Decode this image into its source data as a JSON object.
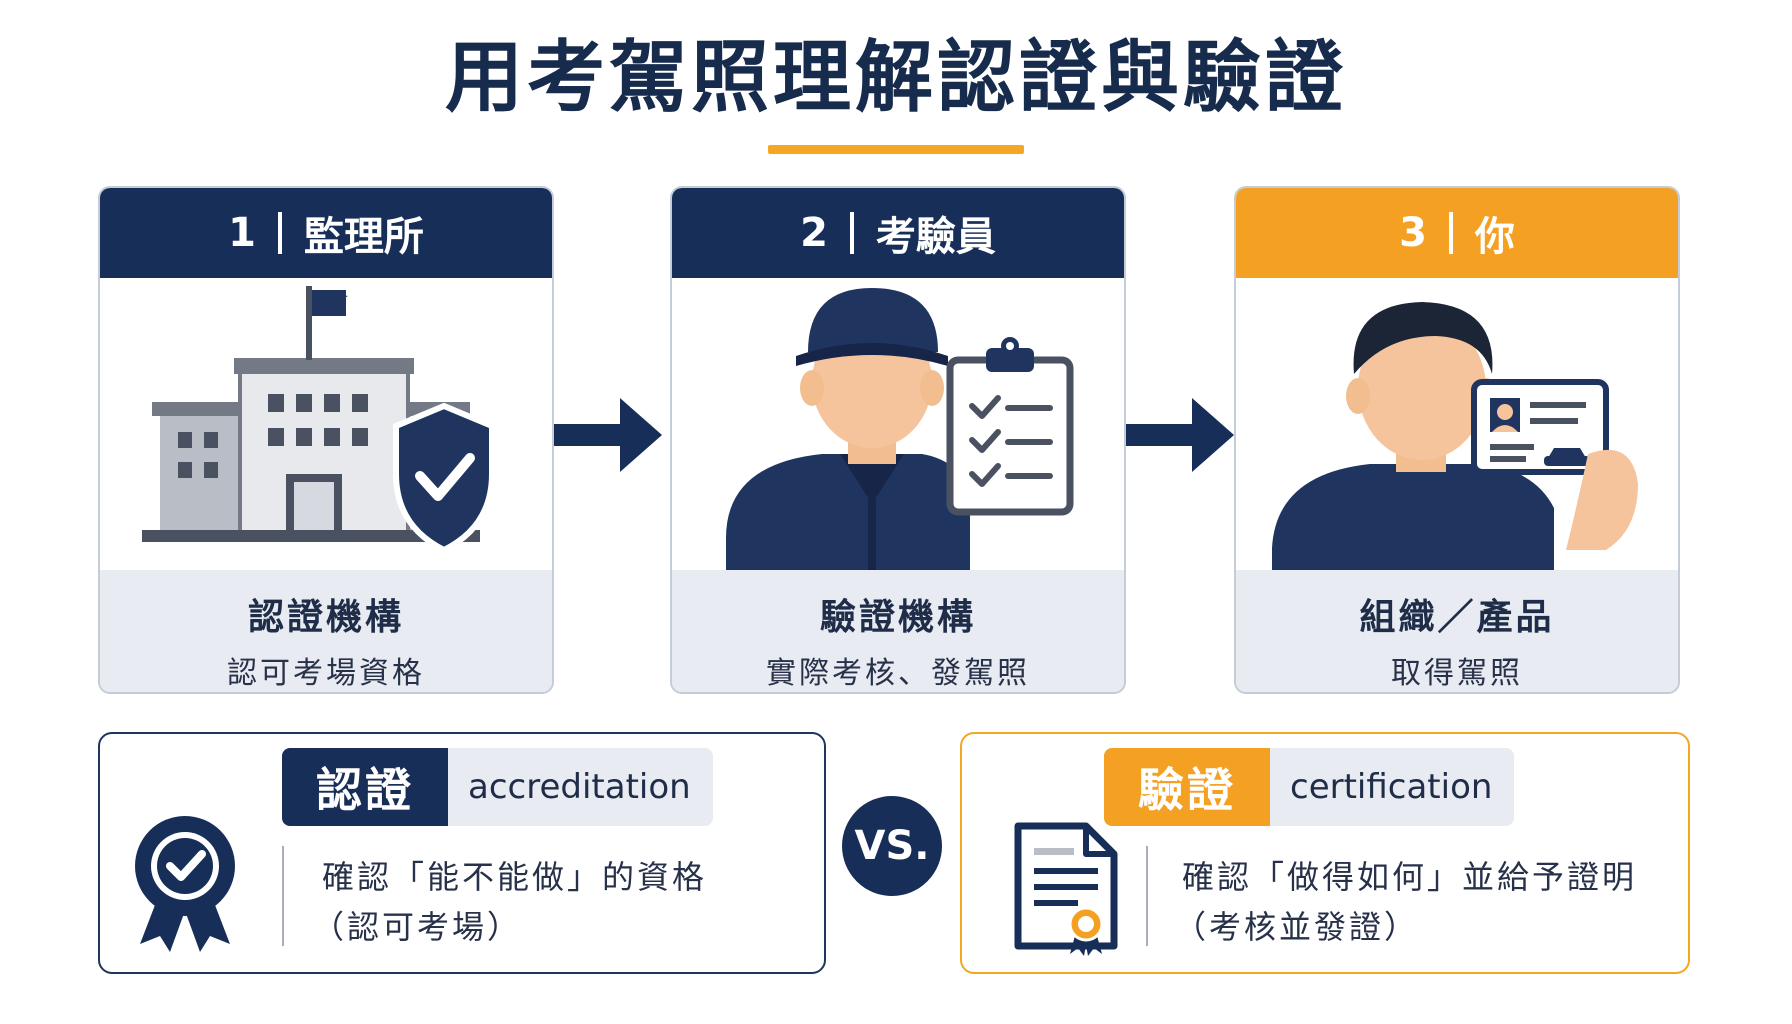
{
  "title": "用考駕照理解認證與驗證",
  "steps": [
    {
      "num": "1",
      "name": "監理所",
      "main": "認證機構",
      "sub": "認可考場資格",
      "icon": "government-building-shield-icon"
    },
    {
      "num": "2",
      "name": "考驗員",
      "main": "驗證機構",
      "sub": "實際考核、發駕照",
      "icon": "examiner-clipboard-icon"
    },
    {
      "num": "3",
      "name": "你",
      "main": "組織／產品",
      "sub": "取得駕照",
      "icon": "person-license-icon"
    }
  ],
  "accreditation": {
    "label": "認證",
    "en": "accreditation",
    "line1": "確認「能不能做」的資格",
    "line2": "（認可考場）",
    "icon": "award-ribbon-icon"
  },
  "vs": "VS.",
  "certification": {
    "label": "驗證",
    "en": "certification",
    "line1": "確認「做得如何」並給予證明",
    "line2": "（考核並發證）",
    "icon": "certificate-document-icon"
  },
  "colors": {
    "navy": "#172e58",
    "orange": "#f4a022",
    "light": "#e8ebf1"
  }
}
